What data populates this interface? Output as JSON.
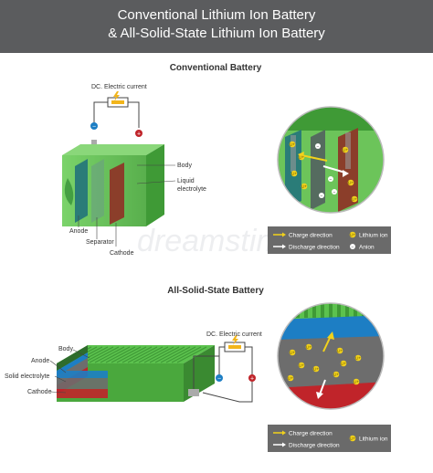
{
  "header": {
    "line1": "Conventional Lithium Ion Battery",
    "line2": "& All-Solid-State Lithium Ion Battery"
  },
  "conventional": {
    "title": "Conventional Battery",
    "dc_label": "DC. Electric current",
    "labels": {
      "body": "Body",
      "liquid_electrolyte_1": "Liquid",
      "liquid_electrolyte_2": "electrolyte",
      "anode": "Anode",
      "separator": "Separator",
      "cathode": "Cathode"
    },
    "legend": {
      "charge": "Charge direction",
      "discharge": "Discharge direction",
      "lithium": "Lithium ion",
      "anion": "Anion"
    }
  },
  "solid": {
    "title": "All-Solid-State Battery",
    "dc_label": "DC. Electric current",
    "labels": {
      "body": "Body",
      "anode": "Anode",
      "solid_electrolyte": "Solid electrolyte",
      "cathode": "Cathode"
    },
    "legend": {
      "charge": "Charge direction",
      "discharge": "Discharge direction",
      "lithium": "Lithium ion"
    }
  },
  "symbols": {
    "minus": "−",
    "plus": "+",
    "li": "Li+"
  },
  "colors": {
    "header_bg": "#5b5c5e",
    "green": "#5cc24e",
    "dark_green": "#2f8a33",
    "anode_teal": "#2a7c78",
    "cathode_brown": "#8b3e2a",
    "legend_bg": "#6a6a6a",
    "ion_yellow": "#f2d21b",
    "electrolyte_blue": "#1d7ec4",
    "cathode_red": "#c0242a"
  },
  "watermark": "dreamstime"
}
